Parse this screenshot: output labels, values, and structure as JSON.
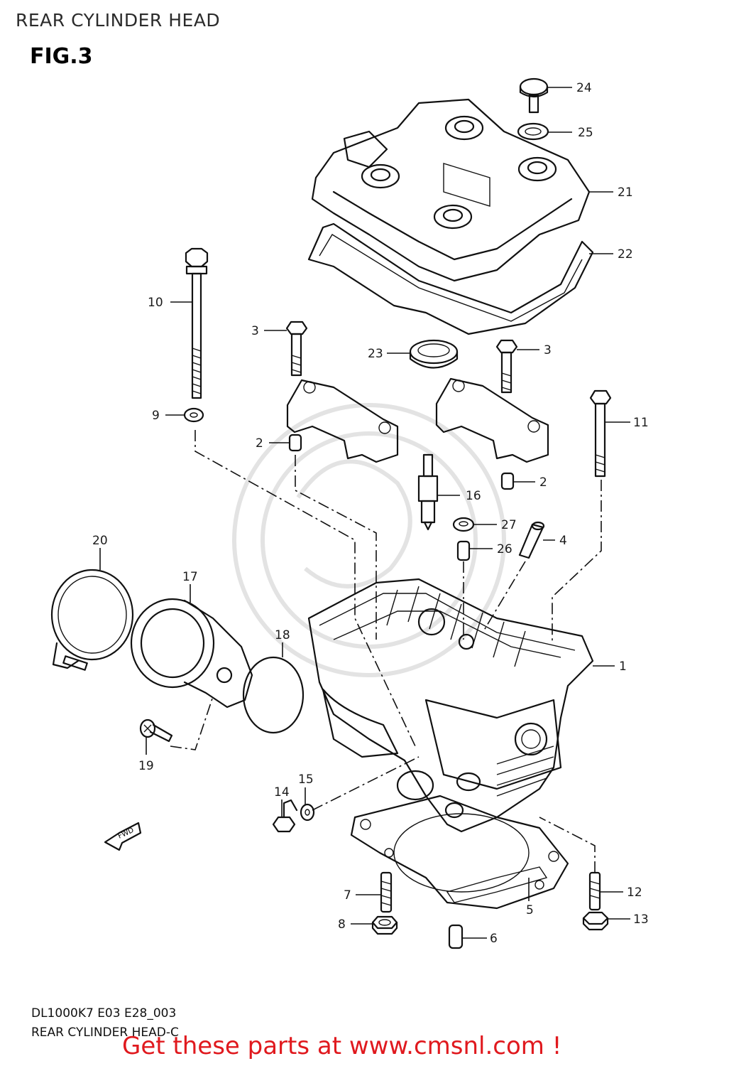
{
  "page": {
    "title": "REAR CYLINDER HEAD",
    "figure": "FIG.3",
    "footer_code": "DL1000K7 E03 E28_003",
    "footer_name": "REAR CYLINDER HEAD-C",
    "banner": "Get these parts at www.cmsnl.com !"
  },
  "diagram": {
    "fwd_arrow_text": "FWD",
    "callouts": [
      "1",
      "2",
      "2",
      "3",
      "3",
      "4",
      "5",
      "6",
      "7",
      "8",
      "9",
      "10",
      "11",
      "12",
      "13",
      "14",
      "15",
      "16",
      "17",
      "18",
      "19",
      "20",
      "21",
      "22",
      "23",
      "24",
      "25",
      "26",
      "27"
    ]
  }
}
